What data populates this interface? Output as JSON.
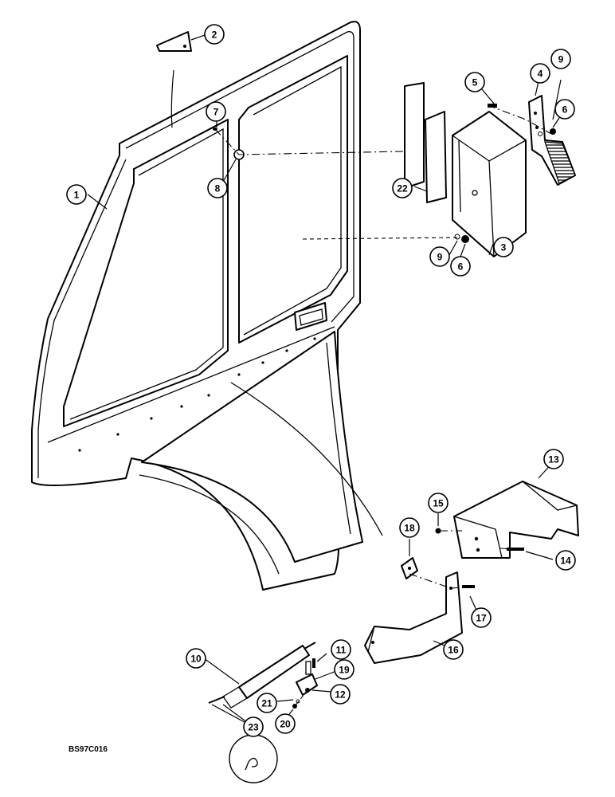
{
  "drawing_code": "BS97C016",
  "callouts": [
    {
      "id": "1",
      "label": "1"
    },
    {
      "id": "2",
      "label": "2"
    },
    {
      "id": "3",
      "label": "3"
    },
    {
      "id": "4",
      "label": "4"
    },
    {
      "id": "5",
      "label": "5"
    },
    {
      "id": "6a",
      "label": "6"
    },
    {
      "id": "6b",
      "label": "6"
    },
    {
      "id": "7",
      "label": "7"
    },
    {
      "id": "8",
      "label": "8"
    },
    {
      "id": "9a",
      "label": "9"
    },
    {
      "id": "9b",
      "label": "9"
    },
    {
      "id": "10",
      "label": "10"
    },
    {
      "id": "11",
      "label": "11"
    },
    {
      "id": "12",
      "label": "12"
    },
    {
      "id": "13",
      "label": "13"
    },
    {
      "id": "14",
      "label": "14"
    },
    {
      "id": "15",
      "label": "15"
    },
    {
      "id": "16",
      "label": "16"
    },
    {
      "id": "17",
      "label": "17"
    },
    {
      "id": "18",
      "label": "18"
    },
    {
      "id": "19",
      "label": "19"
    },
    {
      "id": "20",
      "label": "20"
    },
    {
      "id": "21",
      "label": "21"
    },
    {
      "id": "22",
      "label": "22"
    },
    {
      "id": "23",
      "label": "23"
    }
  ]
}
